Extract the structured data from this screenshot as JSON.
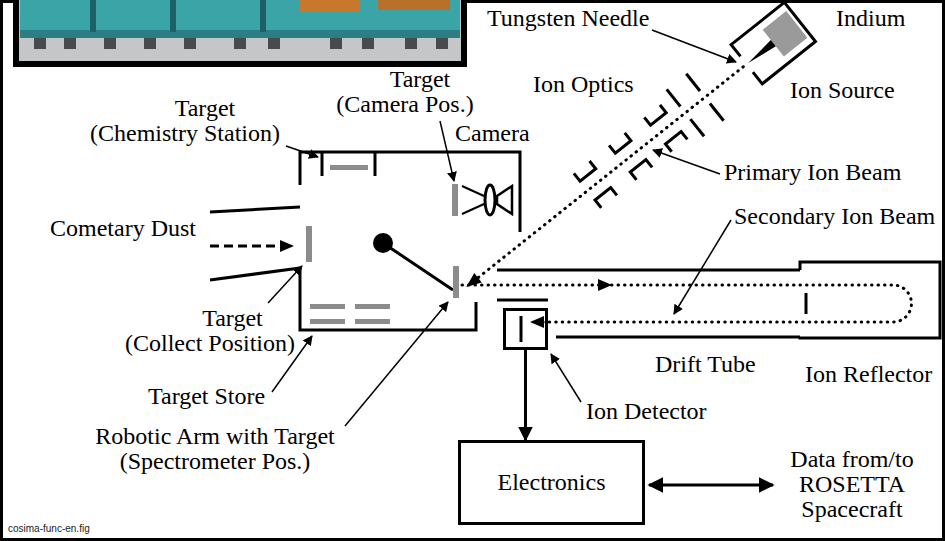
{
  "diagram": {
    "nodes": [
      {
        "text": [
          "Ion Detector"
        ]
      },
      {
        "text": [
          "Electronics"
        ]
      }
    ],
    "edges": [
      {
        "from": 0,
        "to": 1,
        "arrow": "to"
      }
    ],
    "labels": [
      "Tungsten Needle",
      "Indium",
      "Ion Optics",
      "Ion Source",
      "Target (Camera Pos.)",
      "Camera",
      "Target (Chemistry Station)",
      "Primary Ion Beam",
      "Secondary Ion Beam",
      "Cometary Dust",
      "Target (Collect Position)",
      "Target Store",
      "Robotic Arm with Target (Spectrometer Pos.)",
      "Drift Tube",
      "Ion Reflector",
      "Data from/to ROSETTA Spacecraft",
      "cosima-func-en.fig"
    ]
  }
}
